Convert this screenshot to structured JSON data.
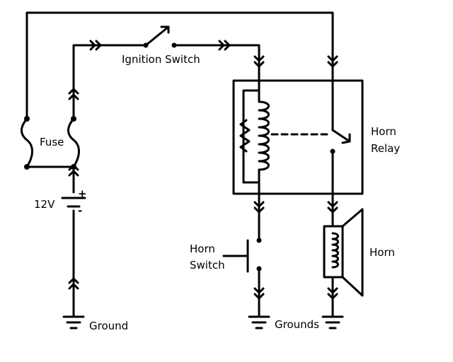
{
  "labels": {
    "fuse": "Fuse",
    "battery_voltage": "12V",
    "battery_plus": "+",
    "battery_minus": "-",
    "ground": "Ground",
    "ignition_switch": "Ignition Switch",
    "horn_relay_line1": "Horn",
    "horn_relay_line2": "Relay",
    "horn_switch_line1": "Horn",
    "horn_switch_line2": "Switch",
    "horn": "Horn",
    "grounds": "Grounds"
  },
  "colors": {
    "line": "#000000",
    "background": "#ffffff"
  }
}
